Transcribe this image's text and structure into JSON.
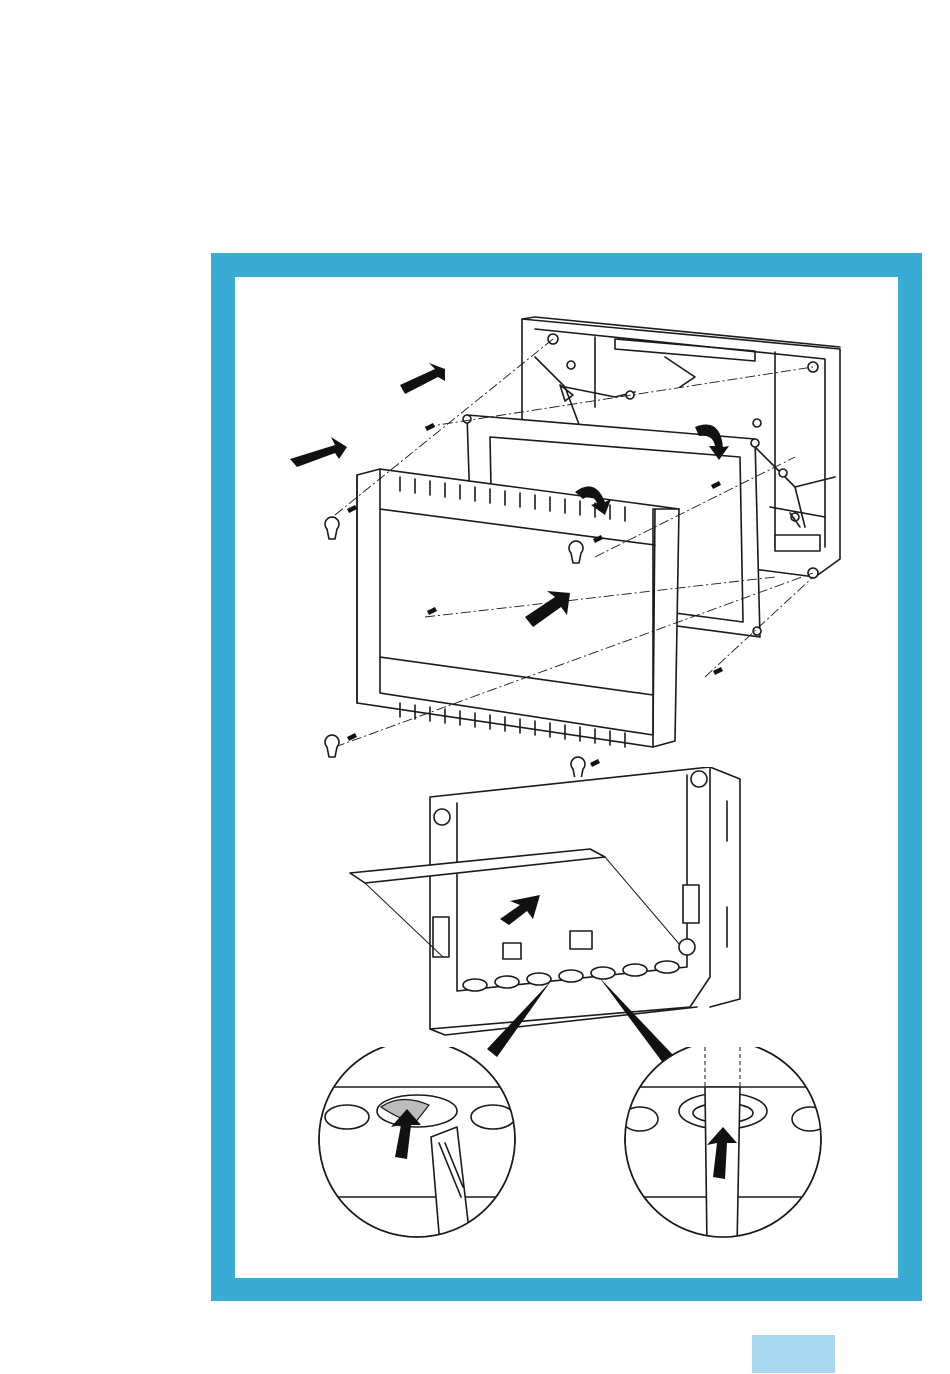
{
  "page": {
    "accent_color": "#3aacd4",
    "tab_color": "#a8d8ee",
    "page_number": ""
  },
  "illustrations": [
    {
      "id": "front-cover-removal",
      "icon": "exploded-assembly-icon"
    },
    {
      "id": "cable-entry-knockouts",
      "icon": "enclosure-knockout-icon"
    },
    {
      "id": "knockout-detail-tool",
      "icon": "magnified-detail-icon"
    },
    {
      "id": "knockout-detail-cable",
      "icon": "magnified-detail-icon"
    }
  ]
}
